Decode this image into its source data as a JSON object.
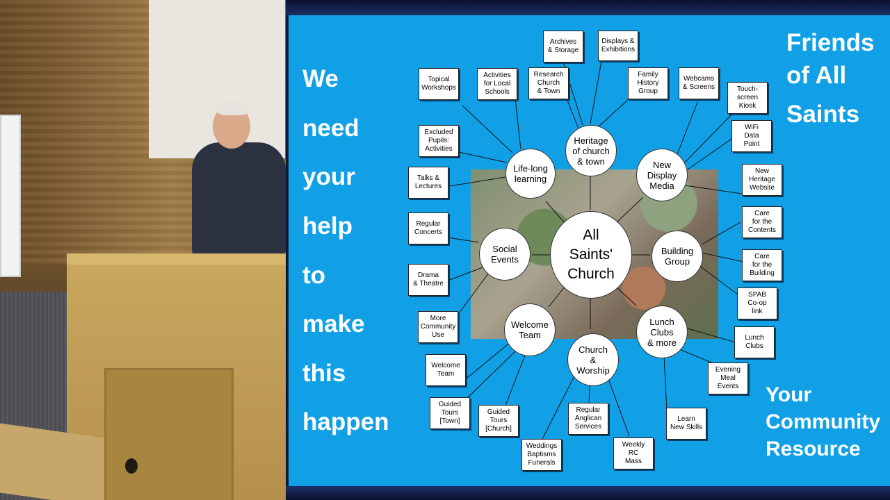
{
  "slide": {
    "left_text": [
      "We",
      "need",
      "your",
      "help",
      "to",
      "make",
      "this",
      "happen"
    ],
    "title_lines": [
      "Friends",
      "of All",
      "Saints"
    ],
    "tagline_lines": [
      "Your",
      "Community",
      "Resource"
    ],
    "hub": "All\nSaints'\nChurch",
    "categories": {
      "lifelong": "Life-long\nlearning",
      "heritage": "Heritage\nof church\n& town",
      "display": "New\nDisplay\nMedia",
      "building": "Building\nGroup",
      "lunch": "Lunch\nClubs\n& more",
      "worship": "Church\n&\nWorship",
      "welcome": "Welcome\nTeam",
      "social": "Social\nEvents"
    },
    "boxes": {
      "archives": "Archives\n& Storage",
      "displays": "Displays &\nExhibitions",
      "topical": "Topical\nWorkshops",
      "activities": "Activities\nfor Local\nSchools",
      "research": "Research\nChurch\n& Town",
      "family": "Family\nHistory\nGroup",
      "webcams": "Webcams\n& Screens",
      "touch": "Touch-\nscreen\nKiosk",
      "excluded": "Excluded\nPupils:\nActivities",
      "wifi": "WiFi\nData\nPoint",
      "talks": "Talks &\nLectures",
      "website": "New\nHeritage\nWebsite",
      "concerts": "Regular\nConcerts",
      "contents": "Care\nfor the\nContents",
      "building_care": "Care\nfor the\nBuilding",
      "drama": "Drama\n& Theatre",
      "spab": "SPAB\nCo-op\nlink",
      "community": "More\nCommunity\nUse",
      "lunch_clubs": "Lunch\nClubs",
      "welcome_team": "Welcome\nTeam",
      "evening": "Evening\nMeal\nEvents",
      "tours_town": "Guided\nTours\n[Town]",
      "tours_church": "Guided\nTours\n[Church]",
      "anglican": "Regular\nAnglican\nServices",
      "skills": "Learn\nNew Skills",
      "weddings": "Weddings\nBaptisms\nFunerals",
      "mass": "Weekly\nRC\nMass"
    }
  }
}
